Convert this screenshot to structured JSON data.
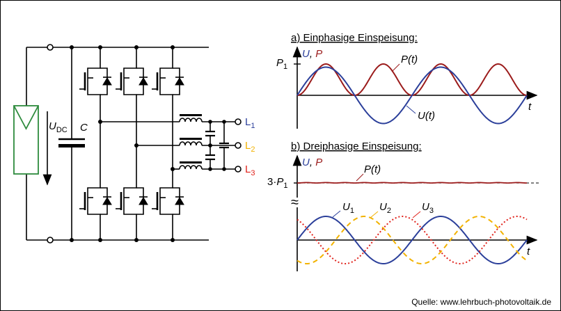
{
  "colors": {
    "voltage": "#2b3f9a",
    "power": "#9b1b1b",
    "phase2": "#f2b200",
    "phase3": "#e0221b",
    "pv": "#2e8b3d",
    "L1": "#2b3f9a",
    "L2": "#f2b200",
    "L3": "#e0221b"
  },
  "circuit": {
    "udc_main": "U",
    "udc_sub": "DC",
    "capacitor_label": "C",
    "outputs": [
      {
        "main": "L",
        "sub": "1"
      },
      {
        "main": "L",
        "sub": "2"
      },
      {
        "main": "L",
        "sub": "3"
      }
    ]
  },
  "chart_data": [
    {
      "type": "line",
      "title": "a) Einphasige Einspeisung:",
      "ylabel_u": "U",
      "ylabel_sep": ", ",
      "ylabel_p": "P",
      "xlabel": "t",
      "ytick_main": "P",
      "ytick_sub": "1",
      "x_range": [
        0,
        2
      ],
      "x_unit": "periods",
      "series": [
        {
          "name": "P(t)",
          "kind": "sin^2",
          "amplitude": 1.0,
          "frequency": 2,
          "offset": 0
        },
        {
          "name": "U(t)",
          "kind": "sin",
          "amplitude": 0.9,
          "frequency": 1,
          "phase_deg": 0
        }
      ]
    },
    {
      "type": "line",
      "title": "b) Dreiphasige Einspeisung:",
      "ylabel_u": "U",
      "ylabel_sep": ", ",
      "ylabel_p": "P",
      "xlabel": "t",
      "ytick_prefix": "3·",
      "ytick_main": "P",
      "ytick_sub": "1",
      "x_range": [
        0,
        2
      ],
      "x_unit": "periods",
      "axis_break": "≈",
      "power_label": "P(t)",
      "power": {
        "kind": "constant with ripple",
        "ripple_relative": 0.03,
        "ripple_frequency": 12
      },
      "phases": [
        {
          "main": "U",
          "sub": "1",
          "phase_deg": 0,
          "style": "solid"
        },
        {
          "main": "U",
          "sub": "2",
          "phase_deg": -120,
          "style": "dashed"
        },
        {
          "main": "U",
          "sub": "3",
          "phase_deg": 120,
          "style": "dotted"
        }
      ]
    }
  ],
  "source": "Quelle: www.lehrbuch-photovoltaik.de"
}
